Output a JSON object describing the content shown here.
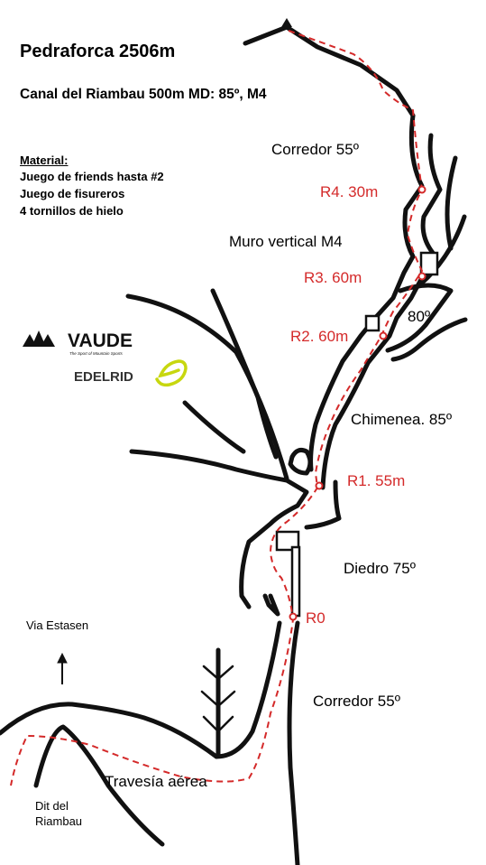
{
  "header": {
    "title": "Pedraforca   2506m",
    "subtitle": "Canal del Riambau 500m MD: 85º, M4"
  },
  "material": {
    "heading": "Material:",
    "items": [
      "Juego de friends hasta #2",
      "Juego de fisureros",
      "4 tornillos de hielo"
    ]
  },
  "sections": {
    "corredor_top": "Corredor 55º",
    "muro": "Muro vertical M4",
    "chimenea": "Chimenea. 85º",
    "angle80": "80º",
    "diedro": "Diedro 75º",
    "corredor_bottom": "Corredor 55º",
    "travesia": "Travesía aérea",
    "via_estasen": "Via Estasen",
    "dit_line1": "Dit del",
    "dit_line2": "Riambau"
  },
  "belays": {
    "r4": "R4. 30m",
    "r3": "R3. 60m",
    "r2": "R2. 60m",
    "r1": "R1. 55m",
    "r0": "R0"
  },
  "logos": {
    "vaude": "VAUDE",
    "vaude_tagline": "The Sport of Mountain Sports",
    "edelrid": "EDELRID"
  },
  "colors": {
    "route": "#d42a2a",
    "rock": "#111111",
    "edelrid_accent": "#c7d70f"
  }
}
